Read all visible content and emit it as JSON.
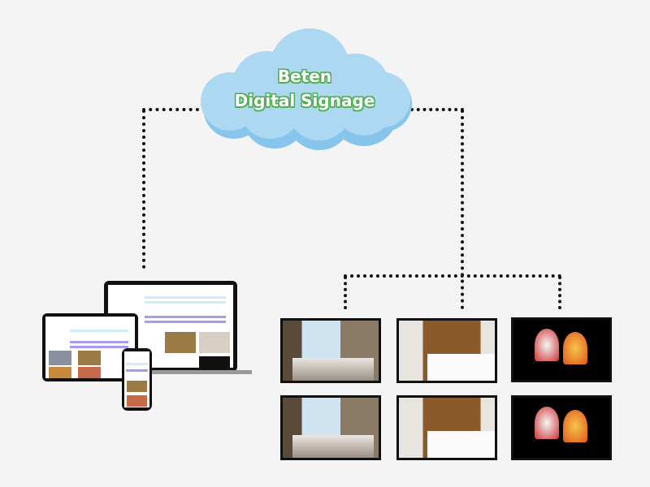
{
  "cloud": {
    "line1": "Beten",
    "line2": "Digital Signage"
  },
  "colors": {
    "cloud": "#acd8f2",
    "cloud_shadow": "#88c5ec",
    "text_outline": "#4caf50",
    "background": "#f4f4f4"
  },
  "displays": [
    {
      "content": "hotel-room"
    },
    {
      "content": "bedroom"
    },
    {
      "content": "cocktail-drinks"
    },
    {
      "content": "hotel-room"
    },
    {
      "content": "bedroom"
    },
    {
      "content": "cocktail-drinks"
    }
  ]
}
